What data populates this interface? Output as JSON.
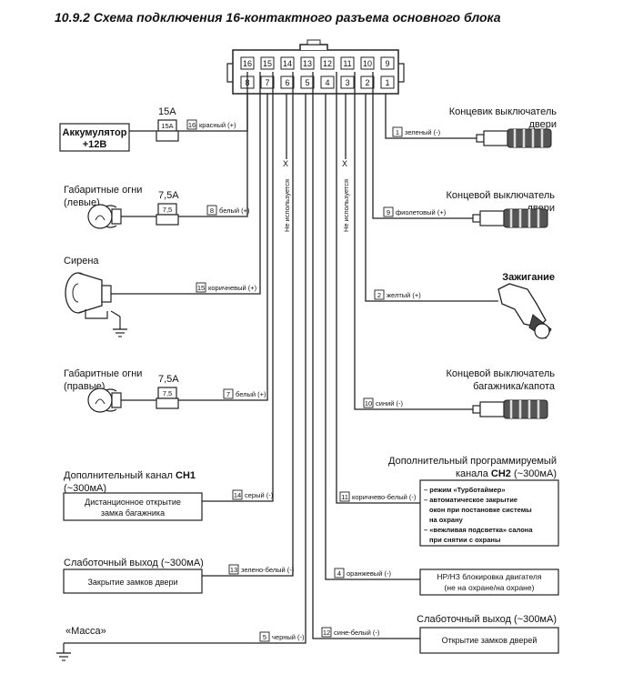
{
  "title": "10.9.2 Схема подключения 16-контактного разъема основного блока",
  "pins_top": [
    "16",
    "15",
    "14",
    "13",
    "12",
    "11",
    "10",
    "9"
  ],
  "pins_bottom": [
    "8",
    "7",
    "6",
    "5",
    "4",
    "3",
    "2",
    "1"
  ],
  "not_used": "Не используется",
  "cross": "X",
  "battery": {
    "line1": "Аккумулятор",
    "line2": "+12В"
  },
  "fuse15": {
    "rating": "15А",
    "code": "15А"
  },
  "fuse75a": {
    "rating": "7,5А",
    "code": "7,5"
  },
  "fuse75b": {
    "rating": "7,5А",
    "code": "7,5"
  },
  "left_lights": {
    "line1": "Габаритные огни",
    "line2": "(левые)"
  },
  "right_lights": {
    "line1": "Габаритные огни",
    "line2": "(правые)"
  },
  "siren": "Сирена",
  "wires": {
    "w16": {
      "num": "16",
      "text": "красный (+)"
    },
    "w8": {
      "num": "8",
      "text": "белый (+)"
    },
    "w15": {
      "num": "15",
      "text": "коричневый (+)"
    },
    "w7": {
      "num": "7",
      "text": "белый (+)"
    },
    "w14": {
      "num": "14",
      "text": "серый (-)"
    },
    "w13": {
      "num": "13",
      "text": "зелено-белый (-)"
    },
    "w5": {
      "num": "5",
      "text": "черный (-)"
    },
    "w1": {
      "num": "1",
      "text": "зеленый (-)"
    },
    "w9": {
      "num": "9",
      "text": "фиолетовый (+)"
    },
    "w2": {
      "num": "2",
      "text": "желтый (+)"
    },
    "w10": {
      "num": "10",
      "text": "синий (-)"
    },
    "w11": {
      "num": "11",
      "text": "коричнево-белый (-)"
    },
    "w4": {
      "num": "4",
      "text": "оранжевый (-)"
    },
    "w12": {
      "num": "12",
      "text": "сине-белый (-)"
    }
  },
  "door_sw1": {
    "line1": "Концевик выключатель",
    "line2": "двери"
  },
  "door_sw2": {
    "line1": "Концевой выключатель",
    "line2": "двери"
  },
  "ignition": "Зажигание",
  "trunk_sw": {
    "line1": "Концевой выключатель",
    "line2": "багажника/капота"
  },
  "ch1": {
    "title_prefix": "Дополнительный канал",
    "title_code": "CH1",
    "current": "(~300мА)",
    "box1": "Дистанционное открытие",
    "box2": "замка багажника"
  },
  "low1": {
    "title": "Слаботочный выход (~300мА)",
    "box": "Закрытие замков двери"
  },
  "ground": "«Масса»",
  "ch2": {
    "title1": "Дополнительный программируемый",
    "title2_prefix": "канала",
    "title2_code": "CH2",
    "title2_current": "(~300мА)",
    "items": [
      "– режим «Турботаймер»",
      "– автоматическое закрытие",
      "окон при постановке системы",
      "на охрану",
      "– «вежливая подсветка» салона",
      "при снятии с охраны"
    ]
  },
  "immob": {
    "line1": "НР/НЗ блокировка двигателя",
    "line2": "(не на охране/на охране)"
  },
  "low2": {
    "title": "Слаботочный выход (~300мА)",
    "box": "Открытие замков дверей"
  }
}
